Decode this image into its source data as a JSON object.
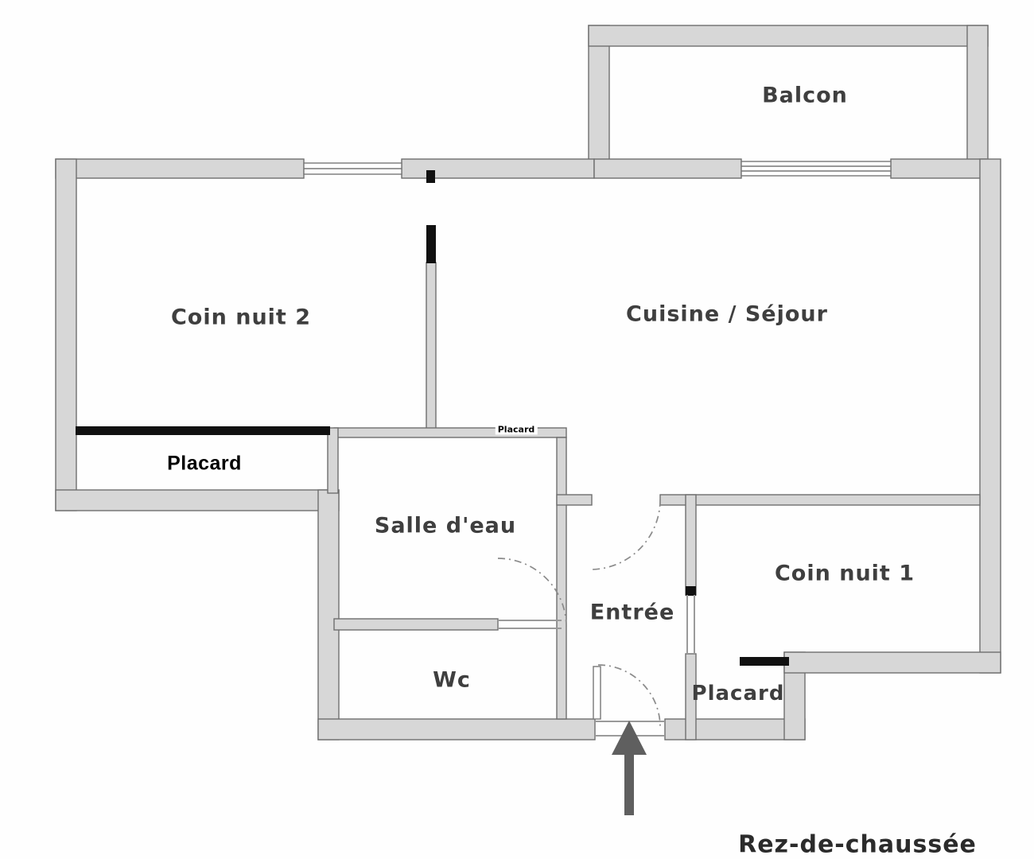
{
  "plan": {
    "title": "Rez-de-chaussée",
    "rooms": {
      "balcon": "Balcon",
      "coin_nuit_2": "Coin nuit 2",
      "cuisine_sejour": "Cuisine / Séjour",
      "placard_left": "Placard",
      "placard_small": "Placard",
      "salle_eau": "Salle d'eau",
      "entree": "Entrée",
      "coin_nuit_1": "Coin nuit 1",
      "wc": "Wc",
      "placard_right": "Placard"
    }
  }
}
